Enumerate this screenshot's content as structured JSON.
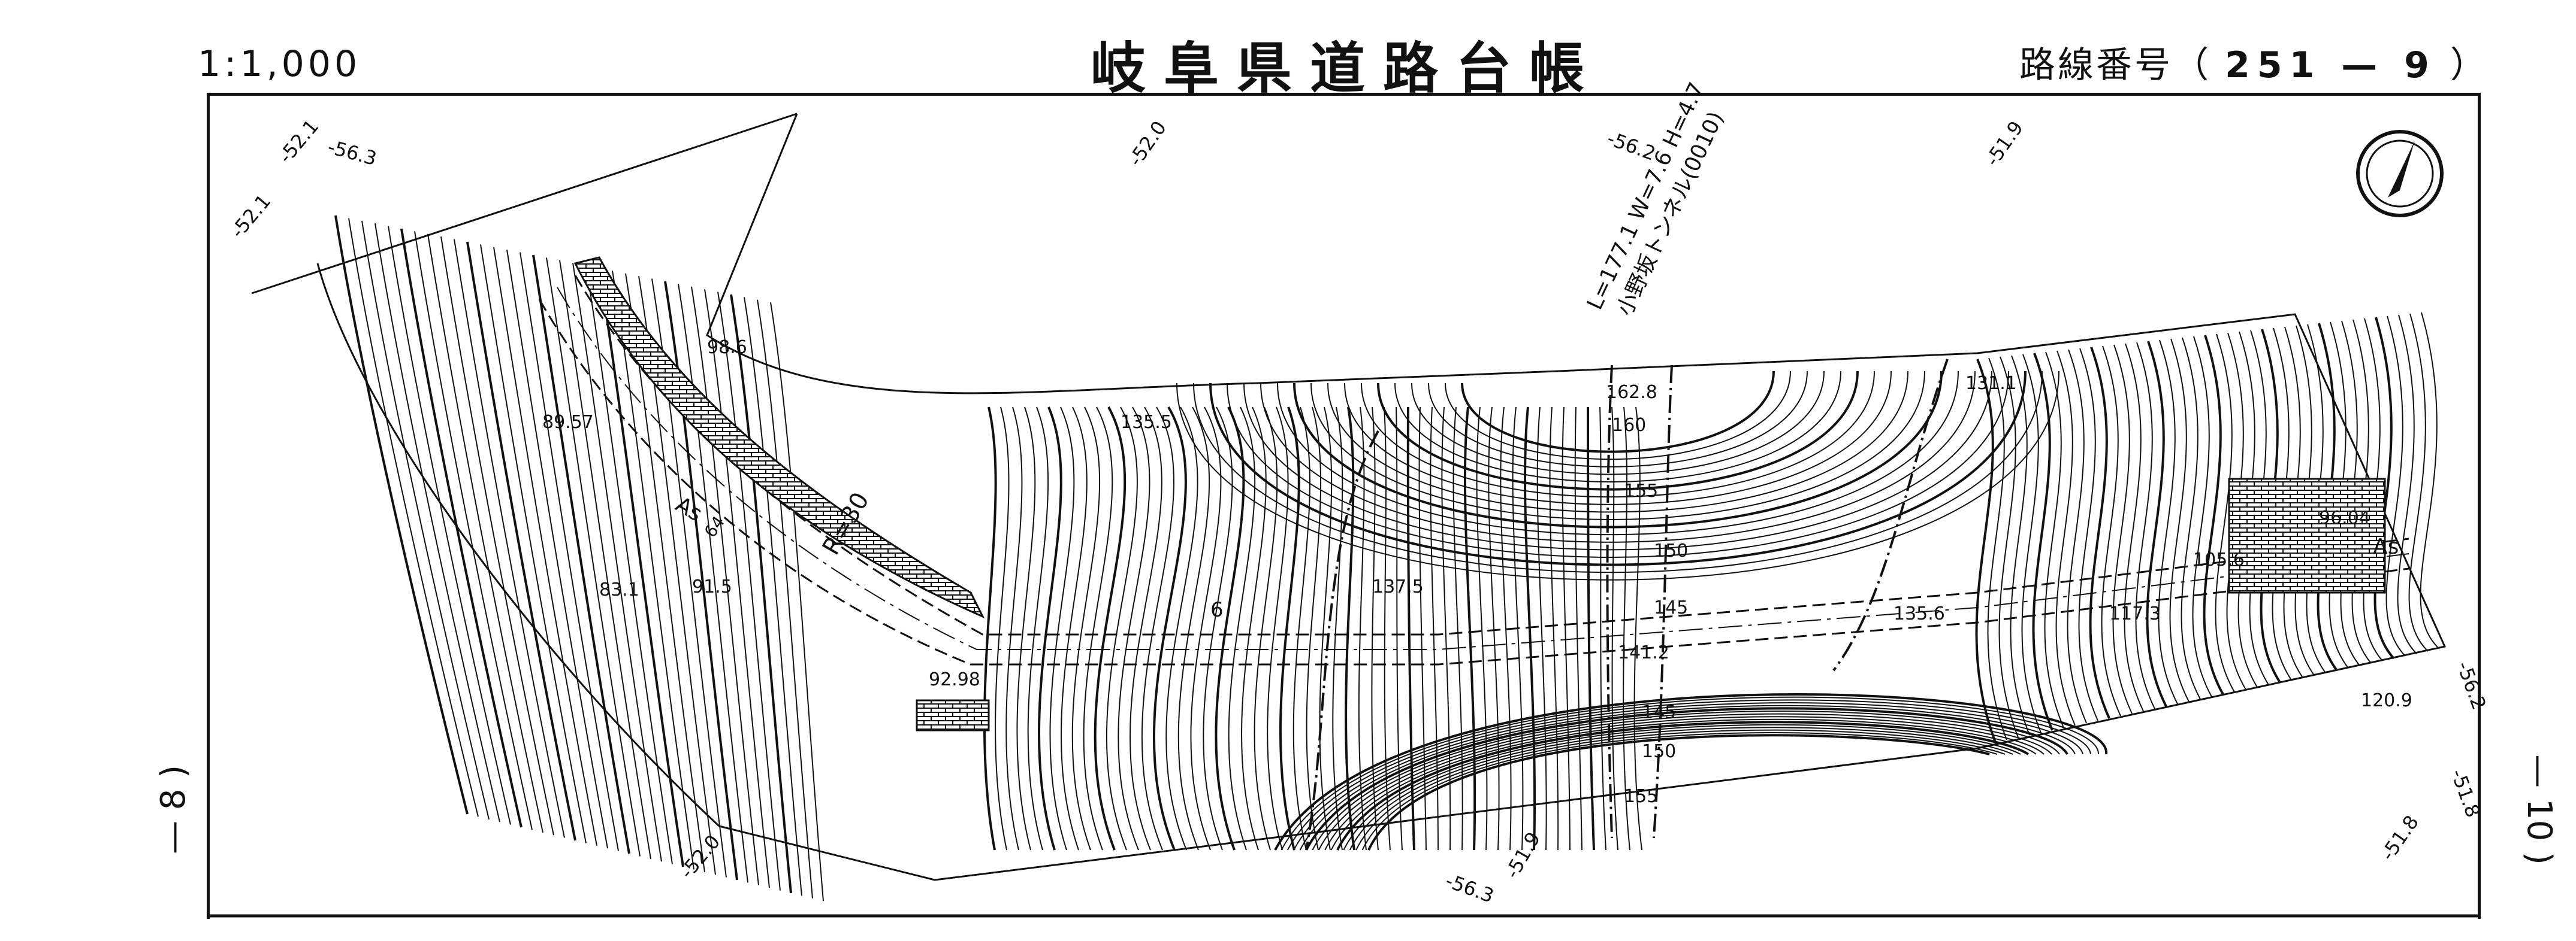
{
  "header": {
    "scale": "1:1,000",
    "title": "岐阜県道路台帳",
    "route_prefix": "路線番号（",
    "route_number": "251 — 9",
    "route_suffix": "）"
  },
  "sheet_refs": {
    "left": "— 8 )",
    "right": "— 10 )"
  },
  "map": {
    "tunnel": {
      "spec": "L=177.1 W=7.6 H=4.7",
      "name": "小野坂トンネル(0010)"
    },
    "coord_labels": [
      "-52.1",
      "-56.3",
      "-52.1",
      "-52.0",
      "-56.2",
      "-51.9",
      "-52.0",
      "-56.3",
      "-51.9",
      "-51.8",
      "-56.2",
      "-51.8"
    ],
    "spot_heights": [
      "98.6",
      "89.57",
      "83.1",
      "91.5",
      "92.98",
      "135.5",
      "162.8",
      "160",
      "155",
      "150",
      "145",
      "137.5",
      "141.2",
      "145",
      "150",
      "155",
      "131.1",
      "135.6",
      "117.3",
      "105.6",
      "96.04",
      "120.9",
      "64"
    ],
    "labels": [
      "R=30",
      "As",
      "As",
      "6"
    ],
    "north_arrow": "north-arrow"
  }
}
